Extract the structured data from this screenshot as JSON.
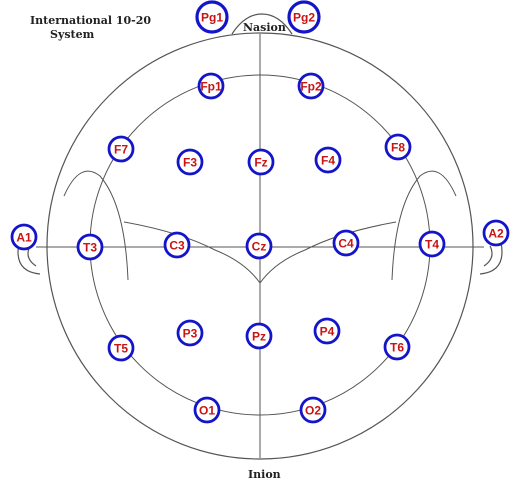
{
  "title": {
    "line1": "International 10-20",
    "line2": "System"
  },
  "landmarks": {
    "nasion": "Nasion",
    "inion": "Inion"
  },
  "colors": {
    "electrode_ring": "#1414c8",
    "electrode_label": "#c81414",
    "outline": "#555555"
  },
  "electrodes": [
    {
      "id": "pg1",
      "label": "Pg1"
    },
    {
      "id": "pg2",
      "label": "Pg2"
    },
    {
      "id": "fp1",
      "label": "Fp1"
    },
    {
      "id": "fp2",
      "label": "Fp2"
    },
    {
      "id": "f7",
      "label": "F7"
    },
    {
      "id": "f3",
      "label": "F3"
    },
    {
      "id": "fz",
      "label": "Fz"
    },
    {
      "id": "f4",
      "label": "F4"
    },
    {
      "id": "f8",
      "label": "F8"
    },
    {
      "id": "a1",
      "label": "A1"
    },
    {
      "id": "t3",
      "label": "T3"
    },
    {
      "id": "c3",
      "label": "C3"
    },
    {
      "id": "cz",
      "label": "Cz"
    },
    {
      "id": "c4",
      "label": "C4"
    },
    {
      "id": "t4",
      "label": "T4"
    },
    {
      "id": "a2",
      "label": "A2"
    },
    {
      "id": "t5",
      "label": "T5"
    },
    {
      "id": "p3",
      "label": "P3"
    },
    {
      "id": "pz",
      "label": "Pz"
    },
    {
      "id": "p4",
      "label": "P4"
    },
    {
      "id": "t6",
      "label": "T6"
    },
    {
      "id": "o1",
      "label": "O1"
    },
    {
      "id": "o2",
      "label": "O2"
    }
  ]
}
